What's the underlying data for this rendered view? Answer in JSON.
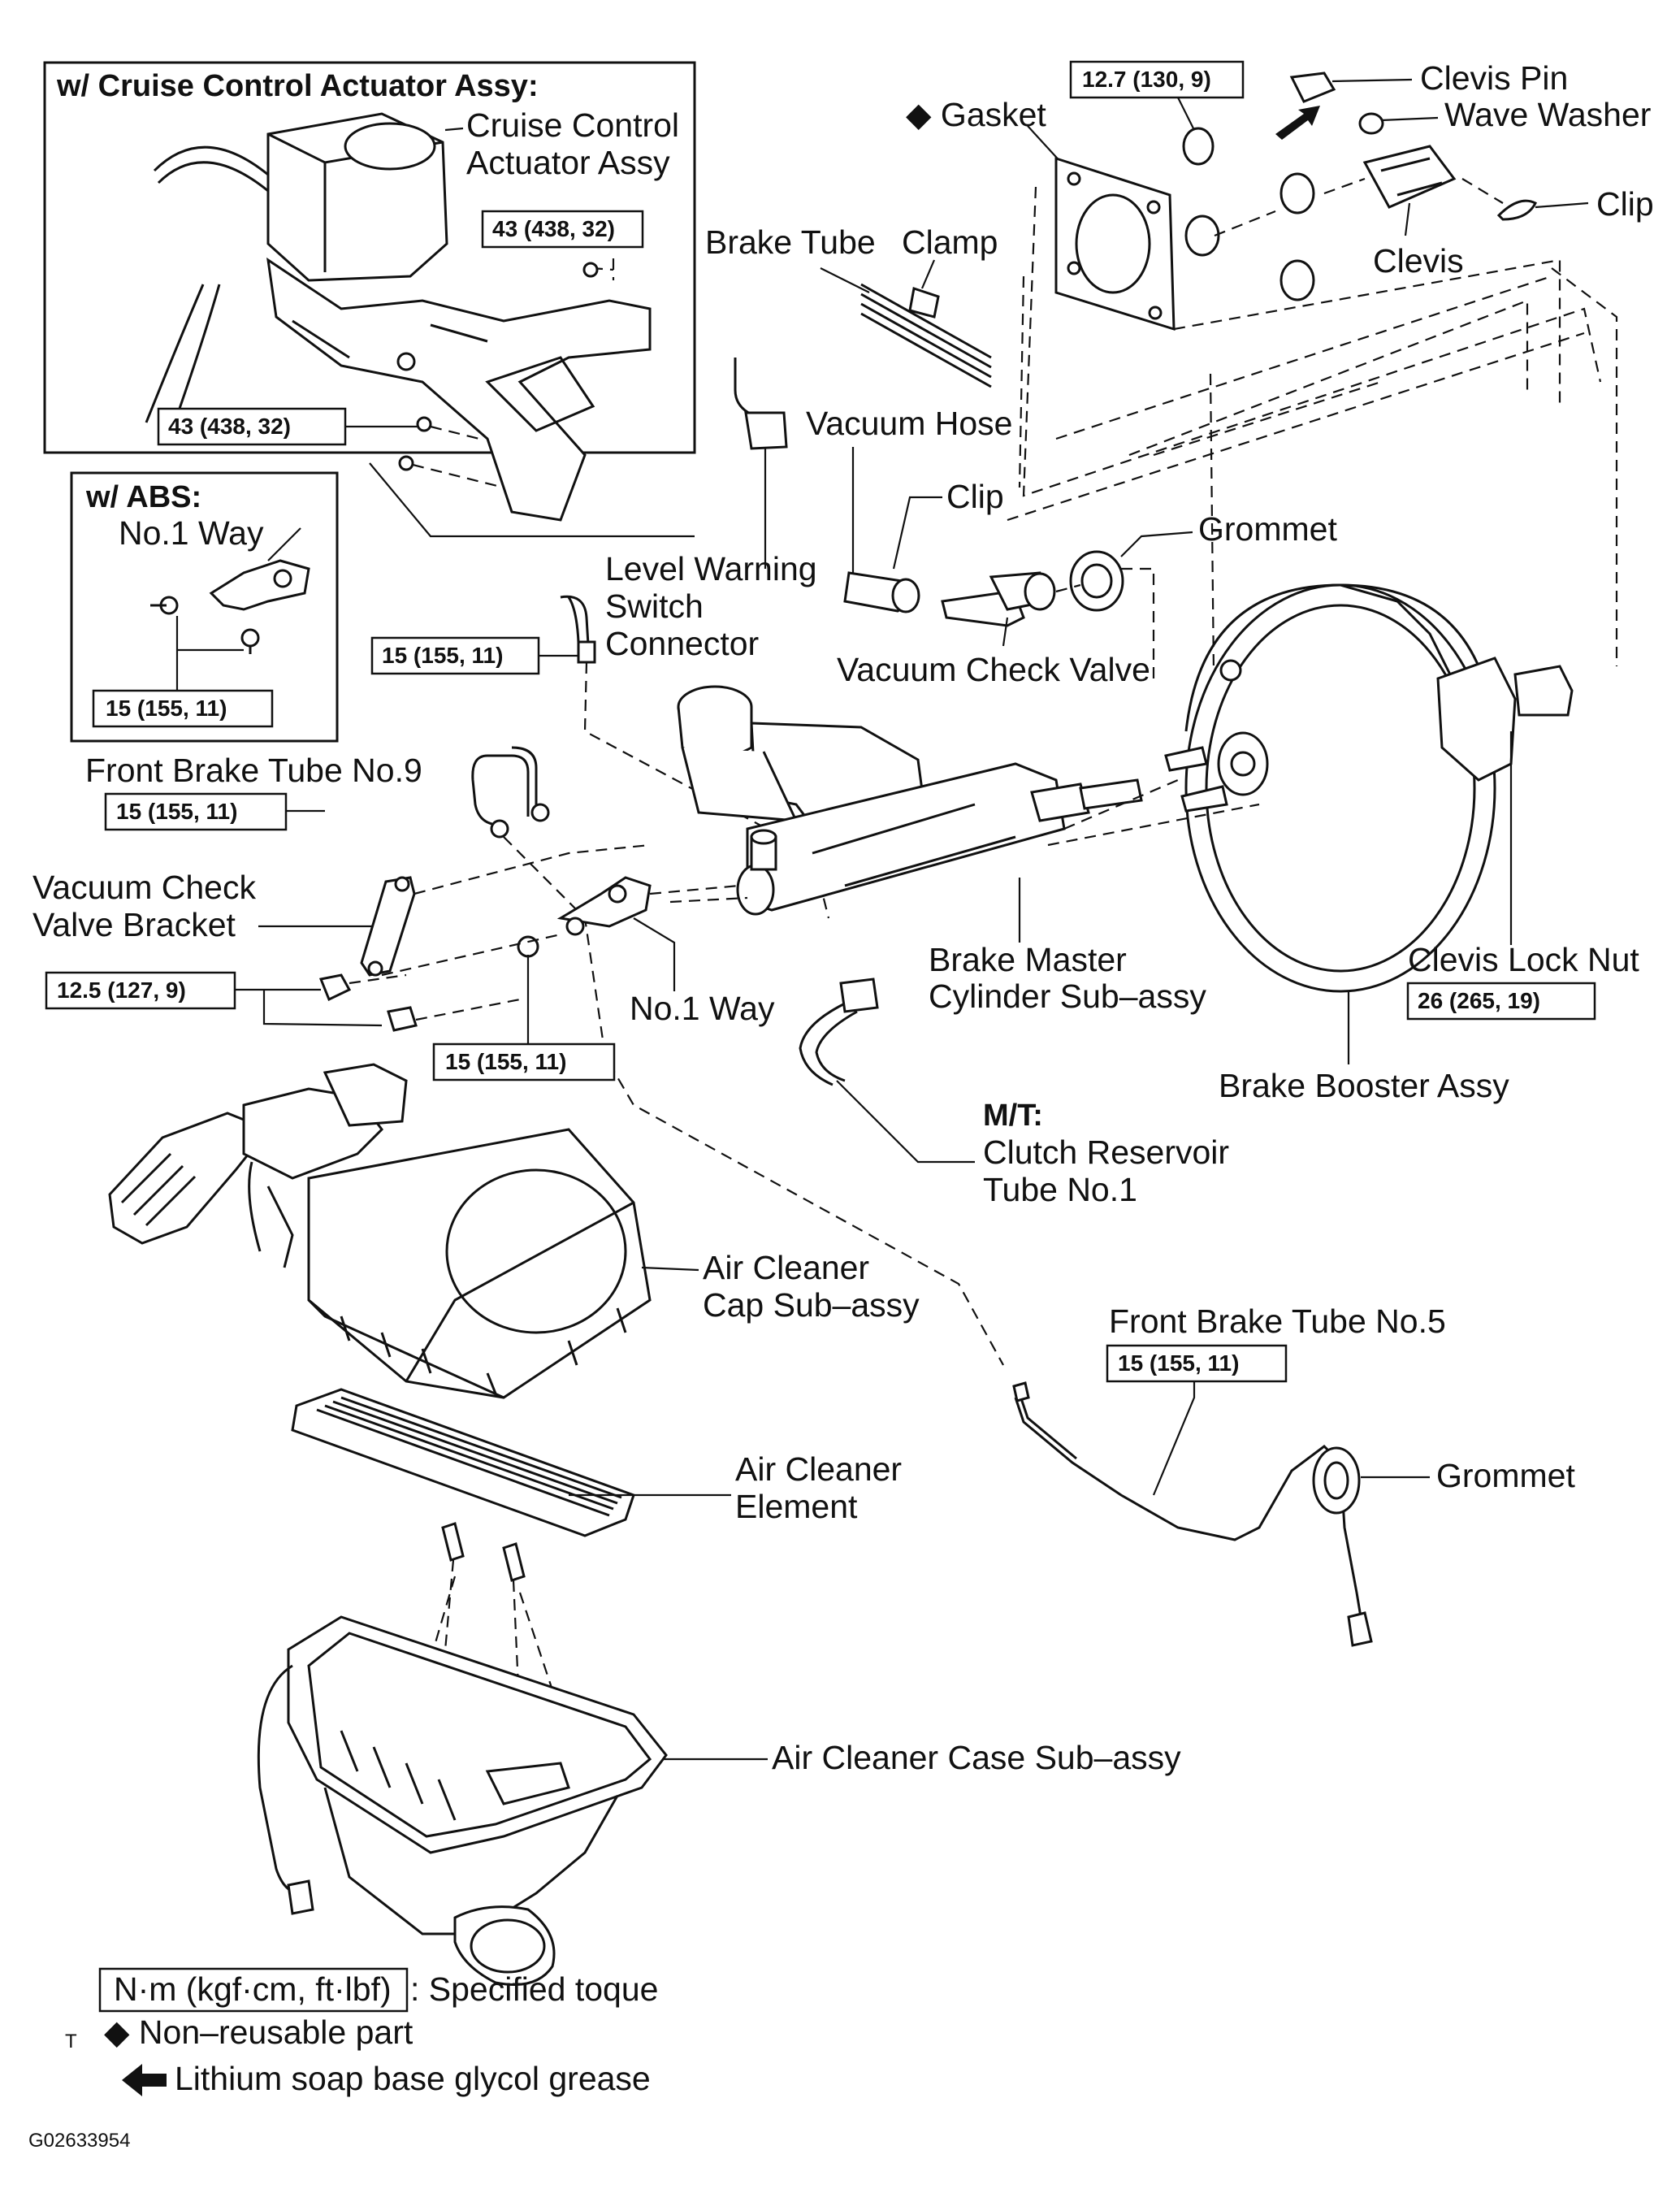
{
  "insets": {
    "cruise": {
      "title": "w/ Cruise Control Actuator Assy:",
      "actuator_line1": "Cruise Control",
      "actuator_line2": "Actuator Assy",
      "torque_a": "43 (438, 32)",
      "torque_b": "43 (438, 32)"
    },
    "abs": {
      "title": "w/ ABS:",
      "way_label": "No.1 Way",
      "torque": "15 (155, 11)"
    }
  },
  "labels": {
    "gasket": "◆ Gasket",
    "torque_gasket": "12.7 (130, 9)",
    "clevis_pin": "Clevis Pin",
    "wave_washer": "Wave Washer",
    "clip_top": "Clip",
    "clevis": "Clevis",
    "brake_tube": "Brake Tube",
    "clamp": "Clamp",
    "vacuum_hose": "Vacuum Hose",
    "clip_mid": "Clip",
    "grommet_top": "Grommet",
    "level_warning_1": "Level Warning",
    "level_warning_2": "Switch",
    "level_warning_3": "Connector",
    "torque_level": "15 (155, 11)",
    "vacuum_check_valve": "Vacuum Check Valve",
    "front_tube_9": "Front Brake Tube No.9",
    "torque_tube9": "15 (155, 11)",
    "vcv_bracket_1": "Vacuum Check",
    "vcv_bracket_2": "Valve Bracket",
    "torque_bracket": "12.5 (127, 9)",
    "torque_way": "15 (155, 11)",
    "no1_way": "No.1 Way",
    "master_cyl_1": "Brake Master",
    "master_cyl_2": "Cylinder Sub–assy",
    "clevis_lock_nut": "Clevis Lock Nut",
    "torque_locknut": "26 (265, 19)",
    "booster": "Brake Booster Assy",
    "mt": "M/T:",
    "clutch_1": "Clutch Reservoir",
    "clutch_2": "Tube No.1",
    "aircap_1": "Air Cleaner",
    "aircap_2": "Cap Sub–assy",
    "front_tube_5": "Front Brake Tube No.5",
    "torque_tube5": "15 (155, 11)",
    "grommet_bottom": "Grommet",
    "element_1": "Air Cleaner",
    "element_2": "Element",
    "case": "Air Cleaner Case Sub–assy"
  },
  "legend": {
    "unit_box": "N·m (kgf·cm, ft·lbf)",
    "specified": ": Specified toque",
    "t_mark": "T",
    "nonreusable": "◆ Non–reusable part",
    "grease": "Lithium soap base glycol grease"
  },
  "figure_id": "G02633954"
}
